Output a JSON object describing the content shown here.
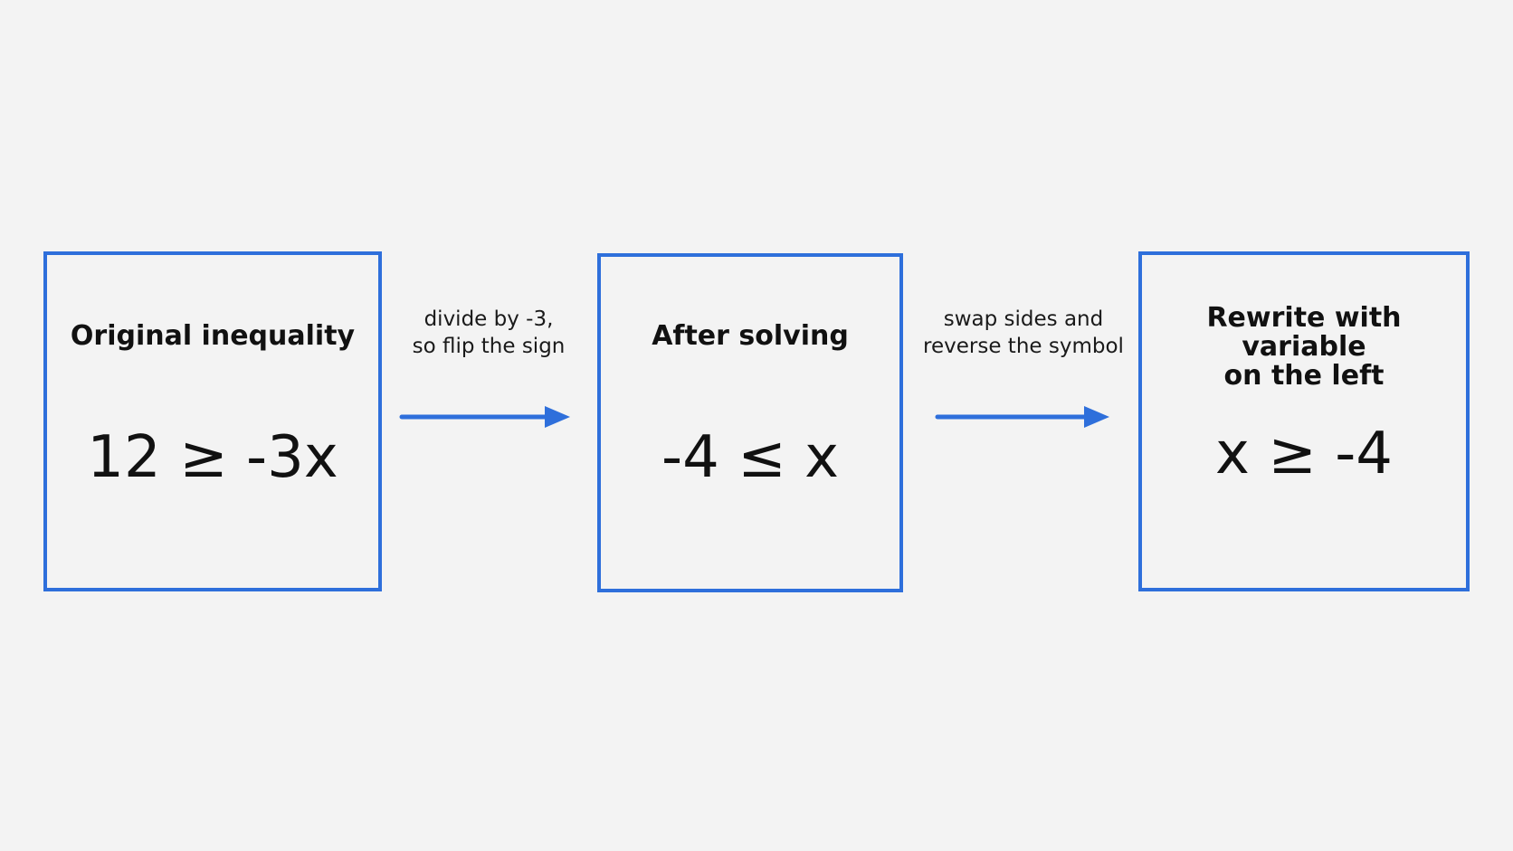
{
  "colors": {
    "background": "#f3f3f3",
    "box_border": "#2e6fdb",
    "arrow": "#2e6fdb",
    "text": "#111111"
  },
  "boxes": [
    {
      "title_lines": [
        "Original inequality"
      ],
      "expression": "12 ≥ -3x"
    },
    {
      "title_lines": [
        "After solving"
      ],
      "expression": "-4 ≤ x"
    },
    {
      "title_lines": [
        "Rewrite with variable",
        "on the left"
      ],
      "expression": "x ≥ -4"
    }
  ],
  "steps": [
    {
      "label_lines": [
        "divide by -3,",
        "so flip the sign"
      ]
    },
    {
      "label_lines": [
        "swap sides and",
        "reverse the symbol"
      ]
    }
  ]
}
